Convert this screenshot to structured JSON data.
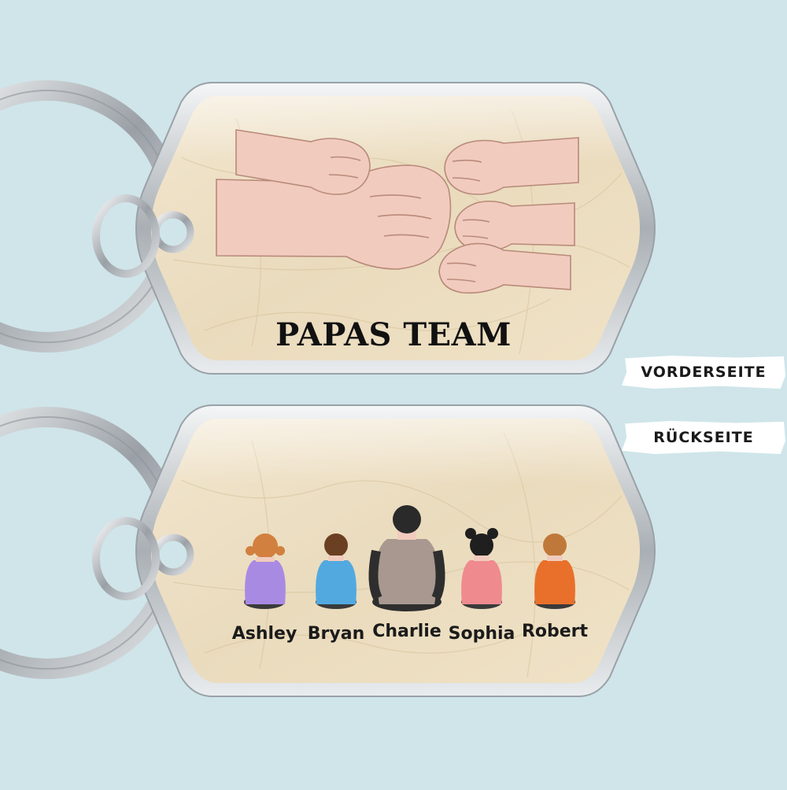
{
  "front": {
    "title": "PAPAS TEAM"
  },
  "labels": {
    "front_side": "VORDERSEITE",
    "back_side": "RÜCKSEITE"
  },
  "back": {
    "children": [
      {
        "name": "Ashley",
        "shirt": "#a98ae3",
        "hair": "#d2803f"
      },
      {
        "name": "Bryan",
        "shirt": "#52a9e0",
        "hair": "#6b3f22"
      },
      {
        "name": "Charlie",
        "shirt": "#a89890",
        "hair": "#2a2a2a"
      },
      {
        "name": "Sophia",
        "shirt": "#ef8a8f",
        "hair": "#1f1f1f"
      },
      {
        "name": "Robert",
        "shirt": "#e8702a",
        "hair": "#c0783a"
      }
    ]
  },
  "colors": {
    "background": "#cfe5ea",
    "tag_fill": "#eee0c4",
    "metal": "#c9cdd1",
    "skin": "#f1cbbe"
  }
}
